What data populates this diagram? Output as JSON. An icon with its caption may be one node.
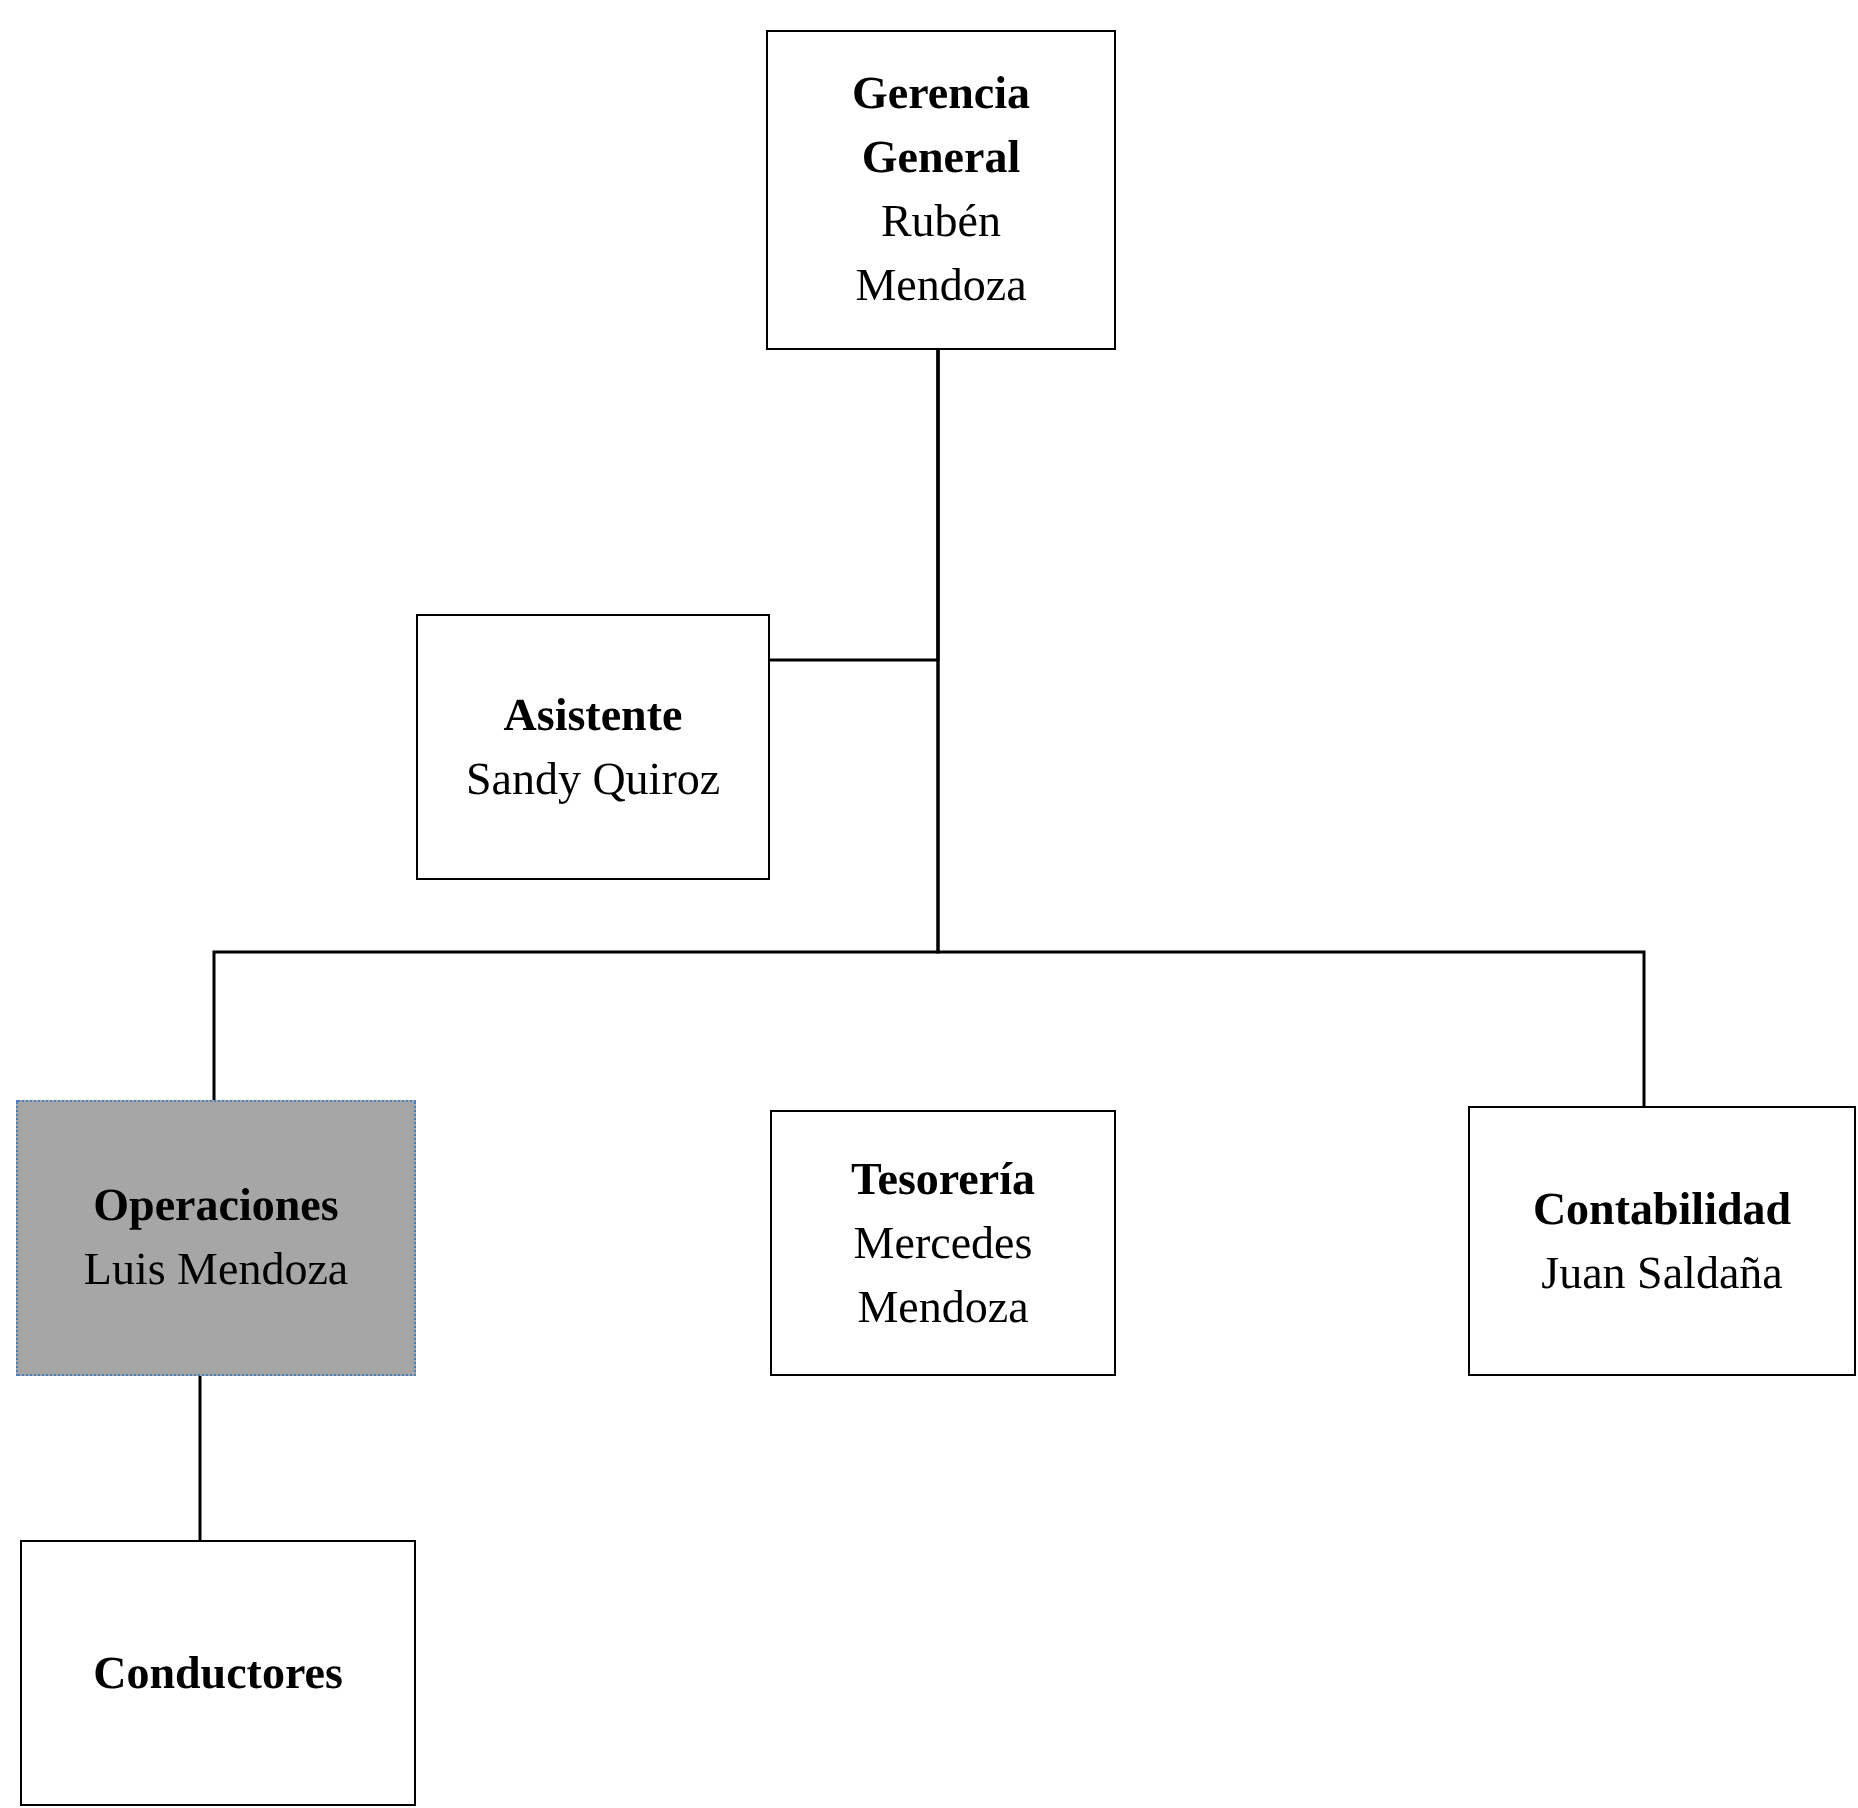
{
  "diagram": {
    "nodes": [
      {
        "text": [
          "Gerencia General",
          "Rubén Mendoza"
        ]
      },
      {
        "text": [
          "Asistente",
          "Sandy Quiroz"
        ]
      },
      {
        "text": [
          "Operaciones",
          "Luis Mendoza"
        ]
      },
      {
        "text": [
          "Tesorería",
          "Mercedes Mendoza"
        ]
      },
      {
        "text": [
          "Contabilidad",
          "Juan Saldaña"
        ]
      },
      {
        "text": [
          "Conductores"
        ]
      }
    ],
    "edges": [
      {
        "from": 0,
        "to": 1,
        "arrow": "none"
      },
      {
        "from": 0,
        "to": 2,
        "arrow": "none"
      },
      {
        "from": 0,
        "to": 4,
        "arrow": "none"
      },
      {
        "from": 2,
        "to": 5,
        "arrow": "none"
      }
    ]
  }
}
